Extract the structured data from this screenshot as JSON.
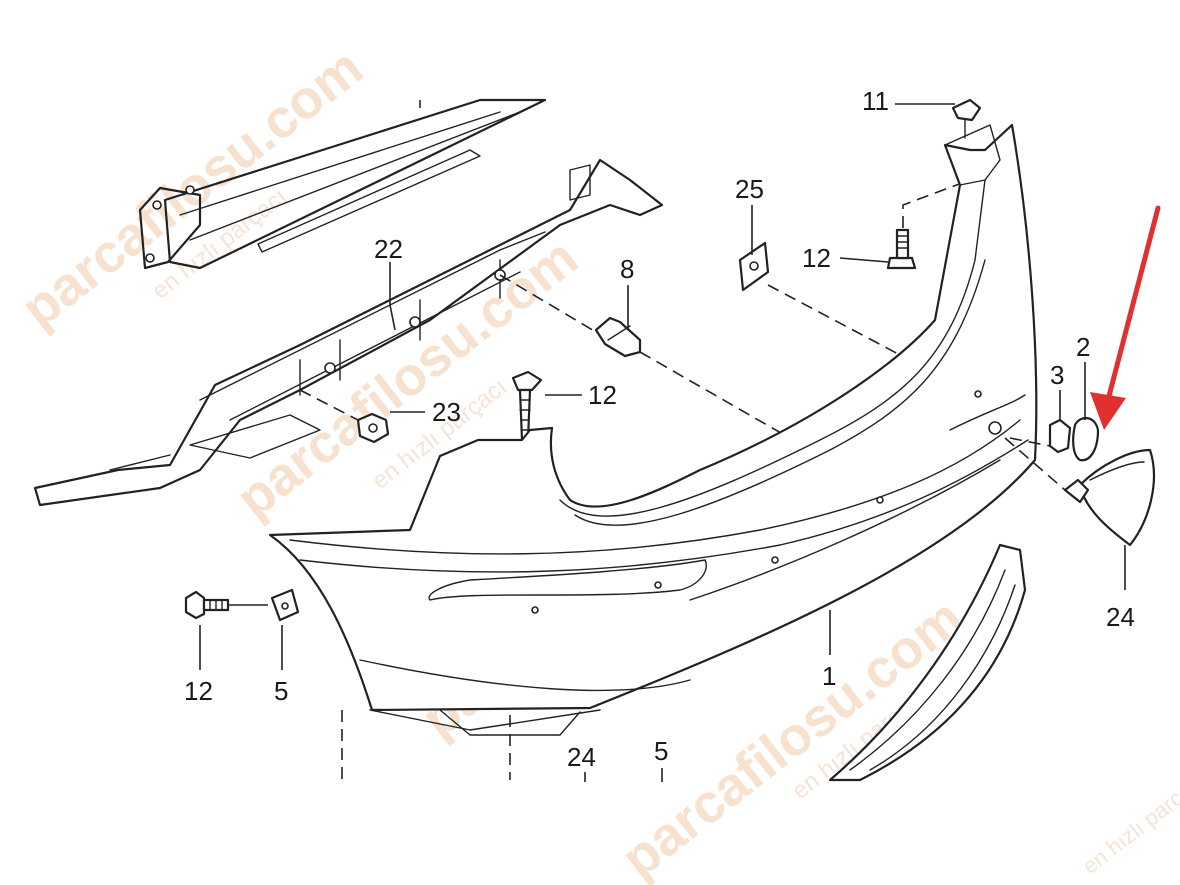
{
  "watermark": {
    "brand": "parcafilosu.com",
    "tagline": "en hızlı parçacı"
  },
  "callouts": {
    "p1": "1",
    "p2": "2",
    "p3": "3",
    "p5_left": "5",
    "p5_bottom": "5",
    "p8": "8",
    "p11": "11",
    "p12_mid": "12",
    "p12_top": "12",
    "p12_left": "12",
    "p22": "22",
    "p23": "23",
    "p24_right": "24",
    "p24_bottom": "24",
    "p25": "25"
  },
  "colors": {
    "line": "#222222",
    "arrow": "#e0302f",
    "watermark": "#f2c9a8"
  }
}
